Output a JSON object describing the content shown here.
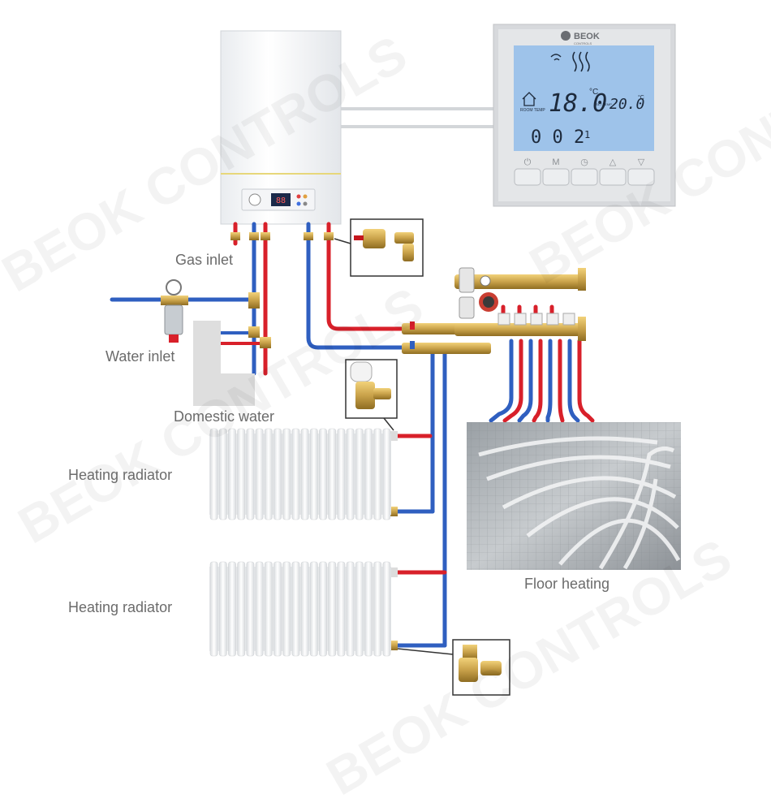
{
  "labels": {
    "gas_inlet": "Gas inlet",
    "water_inlet": "Water inlet",
    "domestic_water": "Domestic water",
    "heating_radiator_1": "Heating radiator",
    "heating_radiator_2": "Heating radiator",
    "floor_heating": "Floor heating"
  },
  "watermark": "BEOK CONTROLS",
  "thermostat": {
    "brand": "BEOK",
    "brand_sub": "CONTROLS",
    "room_temp": "18.0",
    "room_temp_unit": "°C",
    "room_temp_label": "ROOM TEMP",
    "set_temp_label": "SET TEMP",
    "set_temp": "20.0",
    "set_temp_unit": "°C",
    "clock": "0 0 2",
    "program": "1",
    "buttons": [
      "⏻",
      "M",
      "◷",
      "△",
      "▽"
    ]
  },
  "boiler": {
    "display": "88"
  },
  "colors": {
    "hot_pipe": "#d8202a",
    "cold_pipe": "#2f5fc0",
    "brass": "#c9a24a",
    "lcd": "#9ec3ea",
    "label_text": "#6b6b6b"
  }
}
